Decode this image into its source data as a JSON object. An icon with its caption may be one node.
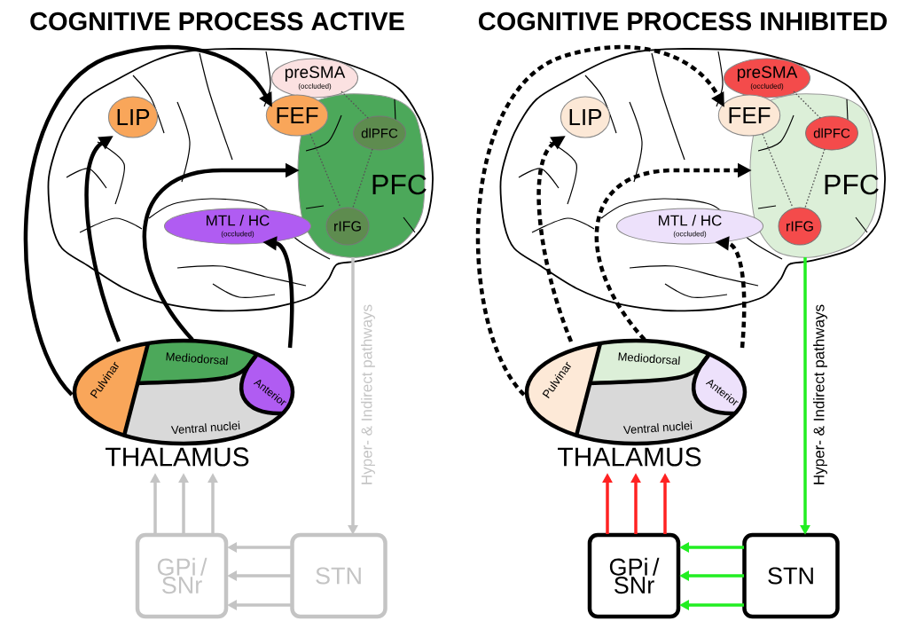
{
  "diagram": {
    "nodes": [
      {
        "text": [
          "LIP"
        ]
      },
      {
        "text": [
          "FEF"
        ]
      },
      {
        "text": [
          "preSMA",
          "(occluded)"
        ]
      },
      {
        "text": [
          "PFC"
        ]
      },
      {
        "text": [
          "dlPFC"
        ],
        "in": 3
      },
      {
        "text": [
          "rIFG"
        ],
        "in": 3
      },
      {
        "text": [
          "MTL / HC",
          "(occluded)"
        ]
      },
      {
        "text": [
          "THALAMUS"
        ]
      },
      {
        "text": [
          "Pulvinar"
        ],
        "in": 7
      },
      {
        "text": [
          "Mediodorsal"
        ],
        "in": 7
      },
      {
        "text": [
          "Anterior"
        ],
        "in": 7
      },
      {
        "text": [
          "Ventral nuclei"
        ],
        "in": 7
      },
      {
        "text": [
          "GPi / SNr"
        ]
      },
      {
        "text": [
          "STN"
        ]
      },
      {
        "text": [
          "LIP"
        ]
      },
      {
        "text": [
          "FEF"
        ]
      },
      {
        "text": [
          "preSMA",
          "(occluded)"
        ]
      },
      {
        "text": [
          "PFC"
        ]
      },
      {
        "text": [
          "dlPFC"
        ],
        "in": 17
      },
      {
        "text": [
          "rIFG"
        ],
        "in": 17
      },
      {
        "text": [
          "MTL / HC",
          "(occluded)"
        ]
      },
      {
        "text": [
          "THALAMUS"
        ]
      },
      {
        "text": [
          "Pulvinar"
        ],
        "in": 21
      },
      {
        "text": [
          "Mediodorsal"
        ],
        "in": 21
      },
      {
        "text": [
          "Anterior"
        ],
        "in": 21
      },
      {
        "text": [
          "Ventral nuclei"
        ],
        "in": 21
      },
      {
        "text": [
          "GPi / SNr"
        ]
      },
      {
        "text": [
          "STN"
        ]
      }
    ],
    "edges": [
      {
        "from": 8,
        "to": 1,
        "arrow": "to"
      },
      {
        "from": 8,
        "to": 0,
        "arrow": "to"
      },
      {
        "from": 9,
        "to": 3,
        "arrow": "to"
      },
      {
        "from": 10,
        "to": 6,
        "arrow": "to"
      },
      {
        "from": 1,
        "to": 5,
        "arrow": "none",
        "style": "dashed",
        "color": "#555555"
      },
      {
        "from": 2,
        "to": 4,
        "arrow": "none",
        "style": "dashed",
        "color": "#555555"
      },
      {
        "from": 4,
        "to": 5,
        "arrow": "none",
        "style": "dashed",
        "color": "#555555"
      },
      {
        "from": 3,
        "to": 13,
        "arrow": "to",
        "color": "#c4c4c4",
        "label": "Hyper- & Indirect pathways"
      },
      {
        "from": 13,
        "to": 12,
        "arrow": "to",
        "color": "#c4c4c4"
      },
      {
        "from": 13,
        "to": 12,
        "arrow": "to",
        "color": "#c4c4c4"
      },
      {
        "from": 13,
        "to": 12,
        "arrow": "to",
        "color": "#c4c4c4"
      },
      {
        "from": 12,
        "to": 7,
        "arrow": "to",
        "color": "#c4c4c4"
      },
      {
        "from": 12,
        "to": 7,
        "arrow": "to",
        "color": "#c4c4c4"
      },
      {
        "from": 12,
        "to": 7,
        "arrow": "to",
        "color": "#c4c4c4"
      },
      {
        "from": 22,
        "to": 15,
        "arrow": "to",
        "style": "dashed"
      },
      {
        "from": 22,
        "to": 14,
        "arrow": "to",
        "style": "dashed"
      },
      {
        "from": 23,
        "to": 17,
        "arrow": "to",
        "style": "dashed"
      },
      {
        "from": 24,
        "to": 20,
        "arrow": "to",
        "style": "dashed"
      },
      {
        "from": 15,
        "to": 19,
        "arrow": "none",
        "style": "dashed",
        "color": "#555555"
      },
      {
        "from": 16,
        "to": 18,
        "arrow": "none",
        "style": "dashed",
        "color": "#555555"
      },
      {
        "from": 18,
        "to": 19,
        "arrow": "none",
        "style": "dashed",
        "color": "#555555"
      },
      {
        "from": 17,
        "to": 27,
        "arrow": "to",
        "color": "#22ee22",
        "label": "Hyper- & Indirect pathways"
      },
      {
        "from": 27,
        "to": 26,
        "arrow": "to",
        "color": "#22ee22"
      },
      {
        "from": 27,
        "to": 26,
        "arrow": "to",
        "color": "#22ee22"
      },
      {
        "from": 27,
        "to": 26,
        "arrow": "to",
        "color": "#22ee22"
      },
      {
        "from": 26,
        "to": 21,
        "arrow": "to",
        "color": "#ff2222"
      },
      {
        "from": 26,
        "to": 21,
        "arrow": "to",
        "color": "#ff2222"
      },
      {
        "from": 26,
        "to": 21,
        "arrow": "to",
        "color": "#ff2222"
      }
    ],
    "labels": [
      "COGNITIVE PROCESS ACTIVE",
      "COGNITIVE PROCESS INHIBITED"
    ]
  }
}
